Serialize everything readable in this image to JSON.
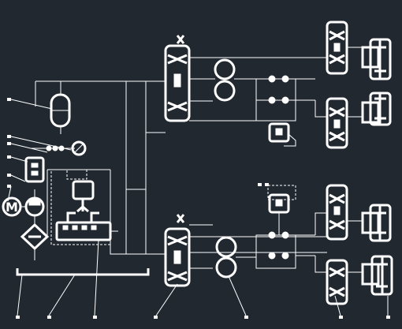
{
  "diagram": {
    "background_color": "#212830",
    "line_color": "#ffffff",
    "motor_label": "M",
    "components": [
      "accumulator",
      "pressure-gauge",
      "check-valves",
      "return-filter",
      "electric-motor",
      "pump",
      "oil-cooler",
      "relief-valve-block",
      "directional-valve-upper",
      "directional-valve-lower",
      "flow-divider-upper",
      "flow-divider-lower",
      "hydraulic-cylinder-1",
      "hydraulic-cylinder-2",
      "hydraulic-cylinder-3",
      "hydraulic-cylinder-4",
      "oil-tank"
    ]
  }
}
